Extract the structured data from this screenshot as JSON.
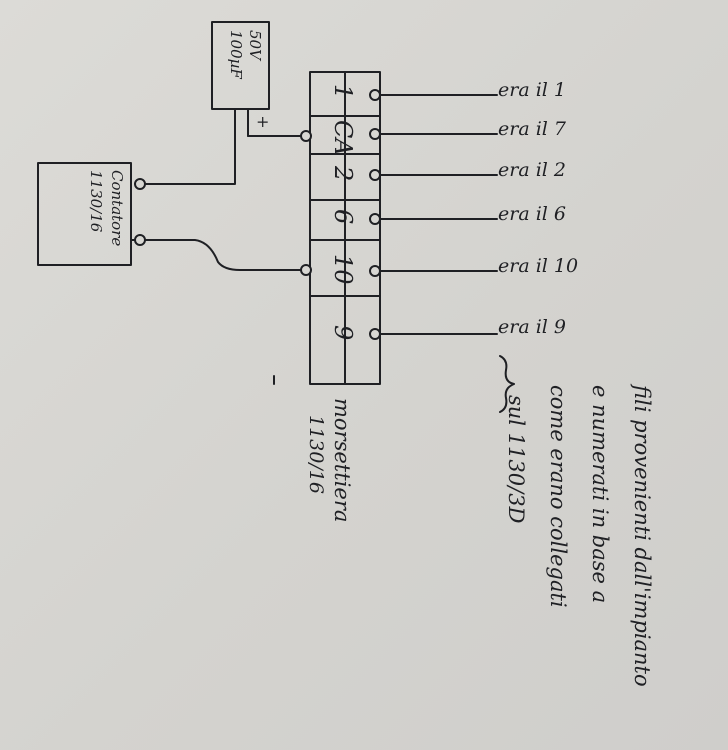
{
  "capacitor": {
    "voltage": "50V",
    "capacitance": "100µF",
    "polarity": "+"
  },
  "contatore": {
    "name": "Contatore",
    "model": "1130/16"
  },
  "morsettiera": {
    "name": "morsettiera",
    "model": "1130/16"
  },
  "terminals": [
    "1",
    "CA",
    "2",
    "6",
    "10",
    "9"
  ],
  "wire_labels": [
    "era il 1",
    "era il 7",
    "era il 2",
    "era il 6",
    "era il 10",
    "era il 9"
  ],
  "note": {
    "line1": "fili provenienti dall'impianto",
    "line2": "e numerati in base a",
    "line3": "come erano collegati",
    "line4": "sul 1130/3D"
  }
}
